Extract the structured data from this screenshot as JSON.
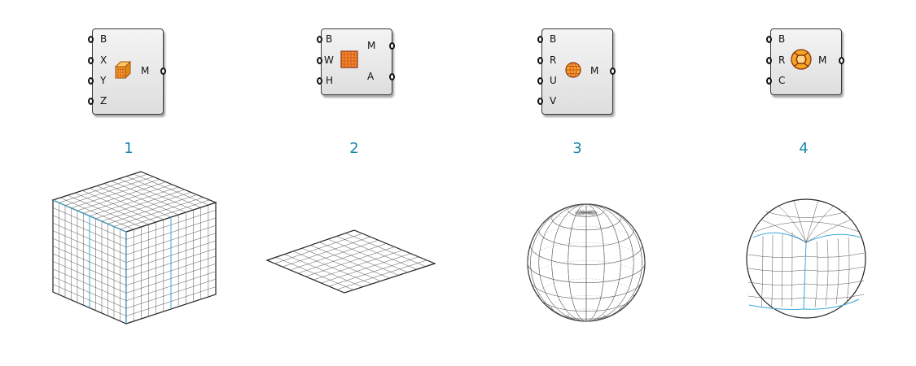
{
  "components": [
    {
      "number": "1",
      "inputs": [
        "B",
        "X",
        "Y",
        "Z"
      ],
      "outputs": [
        "M"
      ],
      "icon": "mesh-box-icon"
    },
    {
      "number": "2",
      "inputs": [
        "B",
        "W",
        "H"
      ],
      "outputs": [
        "M",
        "A"
      ],
      "icon": "mesh-plane-icon"
    },
    {
      "number": "3",
      "inputs": [
        "B",
        "R",
        "U",
        "V"
      ],
      "outputs": [
        "M"
      ],
      "icon": "mesh-sphere-icon"
    },
    {
      "number": "4",
      "inputs": [
        "B",
        "R",
        "C"
      ],
      "outputs": [
        "M"
      ],
      "icon": "mesh-sphere-ex-icon"
    }
  ],
  "colors": {
    "accent": "#1a88b0",
    "icon_fill": "#f5a623",
    "icon_grid": "#c0392b",
    "seam": "#3aa8d8"
  }
}
